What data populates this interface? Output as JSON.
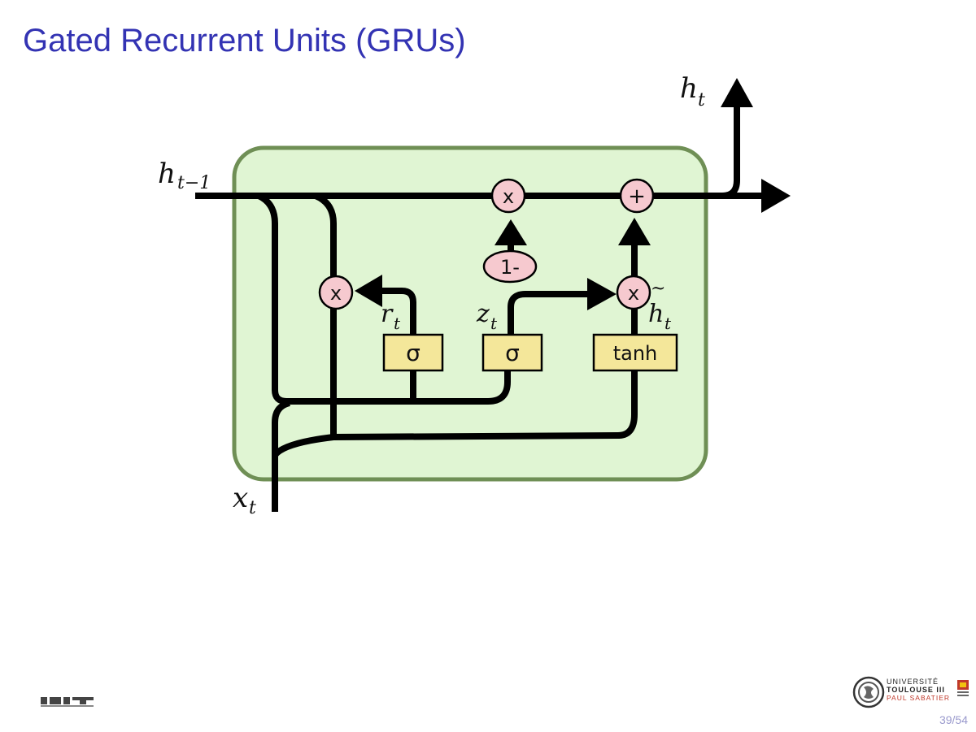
{
  "slide": {
    "title": "Gated Recurrent Units (GRUs)",
    "page_number": "39/54"
  },
  "diagram": {
    "labels": {
      "h_prev": "h",
      "h_prev_sub": "t−1",
      "h_out": "h",
      "h_out_sub": "t",
      "x_in": "x",
      "x_in_sub": "t",
      "r_gate": "r",
      "r_gate_sub": "t",
      "z_gate": "z",
      "z_gate_sub": "t",
      "h_tilde": "h",
      "h_tilde_accent": "~",
      "h_tilde_sub": "t"
    },
    "operators": {
      "multiply_top": "x",
      "add_top": "+",
      "one_minus": "1-",
      "multiply_reset": "x",
      "multiply_update": "x"
    },
    "boxes": {
      "sigma_reset": "σ",
      "sigma_update": "σ",
      "tanh": "tanh"
    },
    "colors": {
      "cell_fill": "#e0f5d3",
      "cell_border": "#6f8f55",
      "op_fill": "#f6c9cf",
      "box_fill": "#f4e79a",
      "line": "#000000",
      "title": "#3333b3"
    }
  },
  "footer": {
    "left_logo": "IRIT",
    "right_logo_line1": "UNIVERSITÉ",
    "right_logo_line2": "TOULOUSE III",
    "right_logo_line3": "PAUL SABATIER"
  }
}
